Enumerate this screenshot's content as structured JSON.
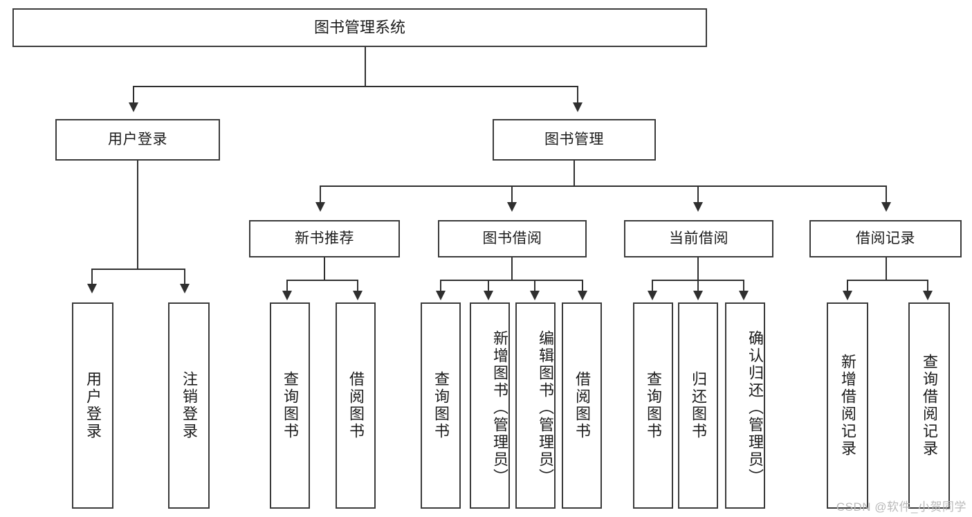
{
  "diagram": {
    "title": "图书管理系统",
    "type": "hierarchy-tree",
    "root": {
      "label": "图书管理系统"
    },
    "level1": [
      {
        "label": "用户登录"
      },
      {
        "label": "图书管理"
      }
    ],
    "level2": [
      {
        "label": "新书推荐"
      },
      {
        "label": "图书借阅"
      },
      {
        "label": "当前借阅"
      },
      {
        "label": "借阅记录"
      }
    ],
    "leaves": [
      {
        "label": "用户登录",
        "parent": "用户登录"
      },
      {
        "label": "注销登录",
        "parent": "用户登录"
      },
      {
        "label": "查询图书",
        "parent": "新书推荐"
      },
      {
        "label": "借阅图书",
        "parent": "新书推荐"
      },
      {
        "label": "查询图书",
        "parent": "图书借阅"
      },
      {
        "label": "新增图书（管理员）",
        "parent": "图书借阅"
      },
      {
        "label": "编辑图书（管理员）",
        "parent": "图书借阅"
      },
      {
        "label": "借阅图书",
        "parent": "图书借阅"
      },
      {
        "label": "查询图书",
        "parent": "当前借阅"
      },
      {
        "label": "归还图书",
        "parent": "当前借阅"
      },
      {
        "label": "确认归还（管理员）",
        "parent": "当前借阅"
      },
      {
        "label": "新增借阅记录",
        "parent": "借阅记录"
      },
      {
        "label": "查询借阅记录",
        "parent": "借阅记录"
      }
    ]
  },
  "watermark": {
    "text": "CSDN @软件_小贺同学"
  },
  "colors": {
    "box_border": "#3a3a3a",
    "line": "#2f2f2f",
    "text": "#1b1b1b",
    "background": "#ffffff",
    "watermark": "#b9b9b9"
  }
}
